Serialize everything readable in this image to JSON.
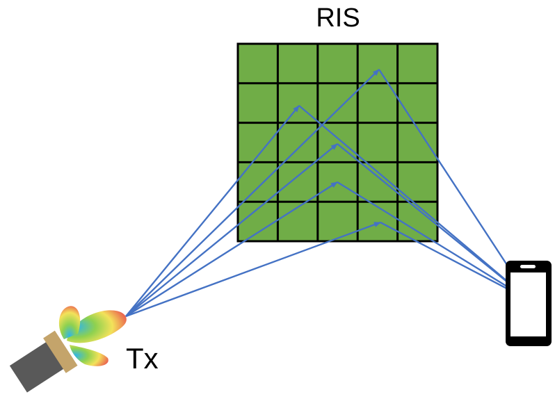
{
  "labels": {
    "ris": "RIS",
    "tx": "Tx"
  },
  "ris": {
    "rows": 5,
    "cols": 5
  },
  "colors": {
    "ris_fill": "#70ad47",
    "ris_grid": "#000000",
    "arrow": "#4472c4",
    "phone_body": "#000000",
    "phone_screen": "#ffffff",
    "tx_body": "#595959",
    "tx_collar": "#c4a46b"
  },
  "icons": {
    "transmitter": "antenna-transmitter-icon",
    "beam": "radiation-pattern-icon",
    "receiver": "smartphone-icon"
  }
}
